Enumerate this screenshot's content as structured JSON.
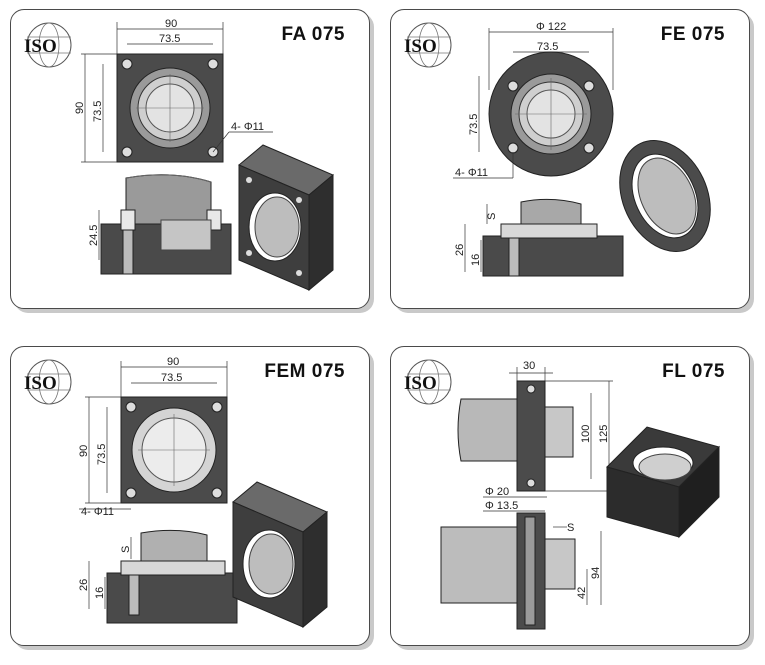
{
  "logo_text": "ISO",
  "panels": [
    {
      "title": "FA 075",
      "dims": {
        "width_outer": "90",
        "width_inner": "73.5",
        "height_outer": "90",
        "height_inner": "73.5",
        "holes": "4- Φ11",
        "section": "24.5"
      }
    },
    {
      "title": "FE 075",
      "dims": {
        "diameter": "Φ 122",
        "width_inner": "73.5",
        "height_inner": "73.5",
        "holes": "4- Φ11",
        "s": "S",
        "h1": "26",
        "h2": "16"
      }
    },
    {
      "title": "FEM 075",
      "dims": {
        "width_outer": "90",
        "width_inner": "73.5",
        "height_outer": "90",
        "height_inner": "73.5",
        "holes": "4- Φ11",
        "s": "S",
        "h1": "26",
        "h2": "16"
      }
    },
    {
      "title": "FL 075",
      "dims": {
        "width": "30",
        "h100": "100",
        "h125": "125",
        "d20": "Φ 20",
        "d13": "Φ 13.5",
        "s": "S",
        "h94": "94",
        "h42": "42"
      }
    }
  ],
  "colors": {
    "metal_dark": "#4b4b4b",
    "metal_mid": "#8a8a8a",
    "metal_light": "#d6d6d6",
    "outline": "#222222",
    "dim_line": "#333333"
  }
}
